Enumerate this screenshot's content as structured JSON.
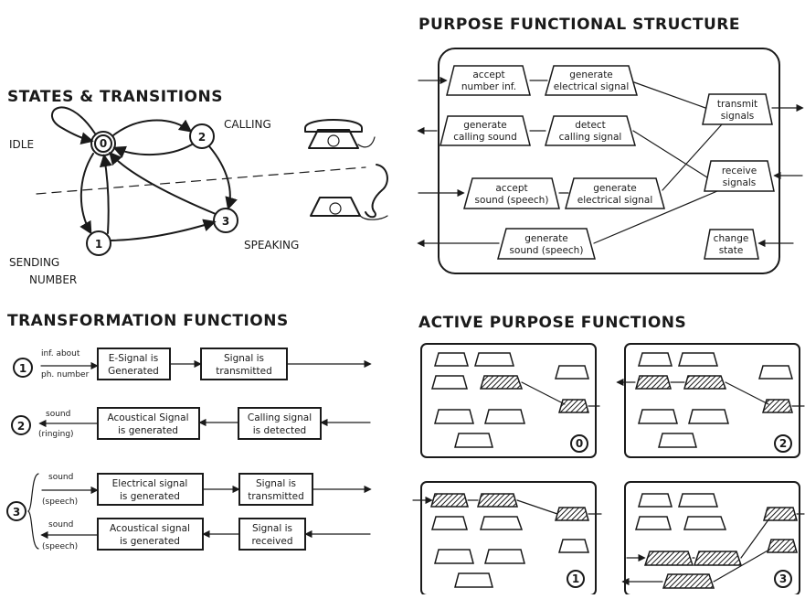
{
  "titles": {
    "states": "STATES & TRANSITIONS",
    "purpose": "PURPOSE FUNCTIONAL STRUCTURE",
    "transformation": "TRANSFORMATION FUNCTIONS",
    "active": "ACTIVE PURPOSE FUNCTIONS"
  },
  "states": {
    "idle": "IDLE",
    "calling": "CALLING",
    "sending_1": "SENDING",
    "sending_2": "NUMBER",
    "speaking": "SPEAKING",
    "n0": "0",
    "n1": "1",
    "n2": "2",
    "n3": "3"
  },
  "purpose": {
    "f1a": "accept",
    "f1b": "number inf.",
    "f2a": "generate",
    "f2b": "electrical signal",
    "f3a": "generate",
    "f3b": "calling sound",
    "f4a": "detect",
    "f4b": "calling signal",
    "f5a": "accept",
    "f5b": "sound (speech)",
    "f6a": "generate",
    "f6b": "electrical signal",
    "f7a": "generate",
    "f7b": "sound (speech)",
    "f8a": "transmit",
    "f8b": "signals",
    "f9a": "receive",
    "f9b": "signals",
    "f10a": "change",
    "f10b": "state"
  },
  "transformation": {
    "r1_num": "1",
    "r1_in_a": "inf. about",
    "r1_in_b": "ph. number",
    "r1_b1a": "E-Signal is",
    "r1_b1b": "Generated",
    "r1_b2a": "Signal is",
    "r1_b2b": "transmitted",
    "r2_num": "2",
    "r2_in_a": "sound",
    "r2_in_b": "(ringing)",
    "r2_b1a": "Acoustical Signal",
    "r2_b1b": "is generated",
    "r2_b2a": "Calling signal",
    "r2_b2b": "is detected",
    "r3_num": "3",
    "r3_in_a": "sound",
    "r3_in_b": "(speech)",
    "r3_b1a": "Electrical signal",
    "r3_b1b": "is generated",
    "r3_b2a": "Signal is",
    "r3_b2b": "transmitted",
    "r4_in_a": "sound",
    "r4_in_b": "(speech)",
    "r4_b1a": "Acoustical signal",
    "r4_b1b": "is generated",
    "r4_b2a": "Signal is",
    "r4_b2b": "received"
  },
  "active": {
    "p0": "0",
    "p2": "2",
    "p1": "1",
    "p3": "3"
  }
}
